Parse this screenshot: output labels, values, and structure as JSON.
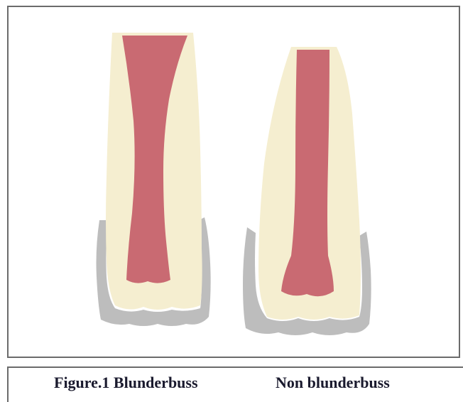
{
  "figure": {
    "caption_left": "Figure.1 Blunderbuss",
    "caption_right": "Non blunderbuss",
    "colors": {
      "dentin": "#f5eed0",
      "pulp": "#c96a72",
      "bone": "#b6b6b6",
      "frame": "#6b6b6b"
    },
    "teeth": [
      {
        "name": "blunderbuss",
        "pulp_shape": "funnel-wide-apex"
      },
      {
        "name": "non-blunderbuss",
        "pulp_shape": "parallel-canal"
      }
    ]
  }
}
